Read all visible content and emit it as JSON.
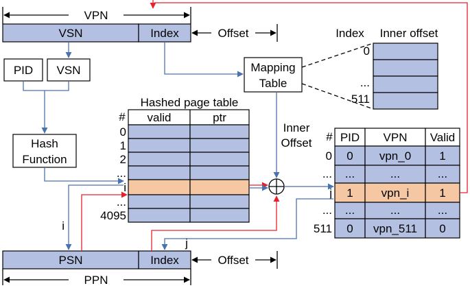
{
  "colors": {
    "cell_fill": "#b4c0e2",
    "highlight_fill": "#f6c7a3",
    "blue_arrow": "#4a72b0",
    "red_arrow": "#e8202a"
  },
  "va": {
    "vpn": "VPN",
    "vsn": "VSN",
    "index": "Index",
    "offset": "Offset"
  },
  "pid_box": {
    "pid": "PID",
    "vsn": "VSN"
  },
  "hash": {
    "line1": "Hash",
    "line2": "Function"
  },
  "mapping": {
    "line1": "Mapping",
    "line2": "Table"
  },
  "inner_table": {
    "index_header": "Index",
    "title": "Inner offset",
    "row_labels": [
      "0",
      "...",
      "511"
    ]
  },
  "hpt": {
    "title": "Hashed page table",
    "hash_col": "#",
    "col_valid": "valid",
    "col_ptr": "ptr",
    "row_labels": [
      "0",
      "1",
      "2",
      "...",
      "i",
      "...",
      "4095"
    ]
  },
  "inner_offset_label": {
    "line1": "Inner",
    "line2": "Offset"
  },
  "sub_table": {
    "hash_col": "#",
    "headers": [
      "PID",
      "VPN",
      "Valid"
    ],
    "rows": [
      {
        "label": "0",
        "pid": "0",
        "vpn": "vpn_0",
        "valid": "1"
      },
      {
        "label": "...",
        "pid": "...",
        "vpn": "...",
        "valid": "..."
      },
      {
        "label": "j",
        "pid": "1",
        "vpn": "vpn_i",
        "valid": "1"
      },
      {
        "label": "...",
        "pid": "...",
        "vpn": "...",
        "valid": "..."
      },
      {
        "label": "511",
        "pid": "0",
        "vpn": "vpn_511",
        "valid": "0"
      }
    ]
  },
  "arrow_labels": {
    "i": "i",
    "j": "j"
  },
  "pa": {
    "psn": "PSN",
    "index": "Index",
    "offset": "Offset",
    "ppn": "PPN"
  }
}
